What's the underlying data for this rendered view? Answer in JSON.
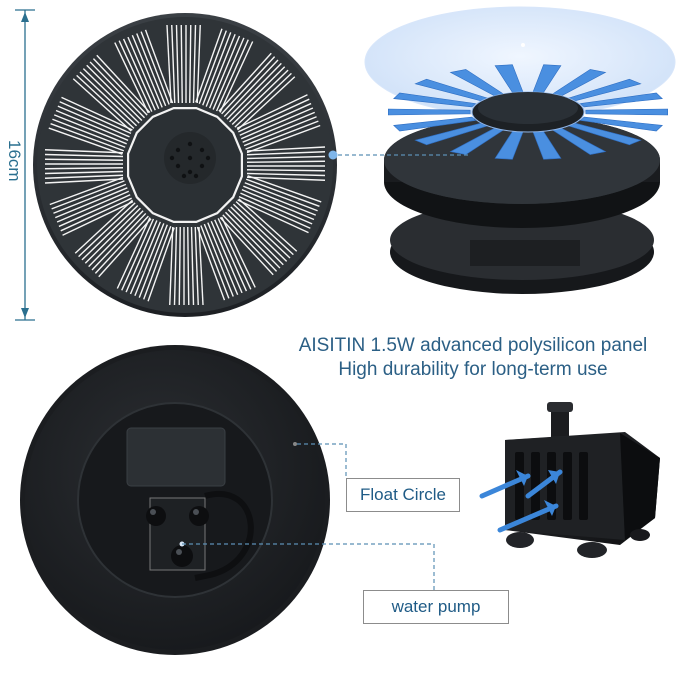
{
  "dimension": {
    "label": "16cm"
  },
  "caption": {
    "line1": "AISITIN 1.5W advanced polysilicon panel",
    "line2": "High durability for long-term use"
  },
  "labels": {
    "float_circle": "Float Circle",
    "water_pump": "water pump"
  },
  "colors": {
    "panel_dark": "#2f3438",
    "cell_blue": "#4a8fe0",
    "accent_text": "#1f5b86",
    "dimension_line": "#2a6f8f",
    "airflow_arrow": "#3b86d9"
  },
  "icons": [
    "dimension-arrow-icon",
    "water-flow-arrow-icon",
    "callout-dot-icon"
  ]
}
